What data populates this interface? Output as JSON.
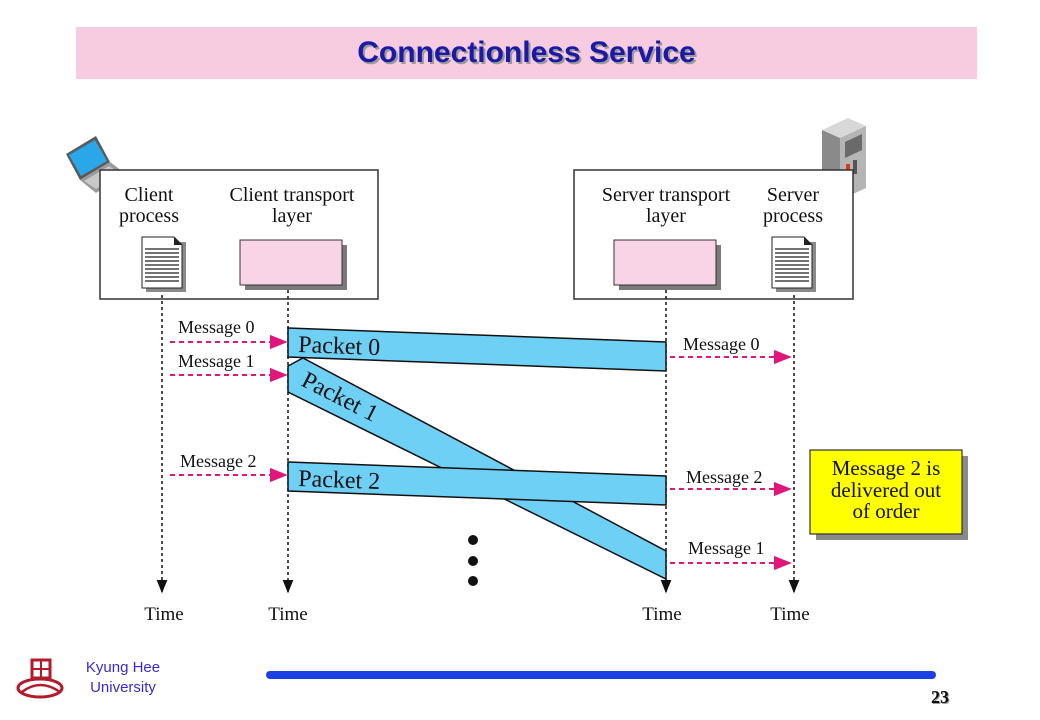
{
  "title": "Connectionless Service",
  "client": {
    "process_label_1": "Client",
    "process_label_2": "process",
    "transport_label_1": "Client transport",
    "transport_label_2": "layer"
  },
  "server": {
    "transport_label_1": "Server transport",
    "transport_label_2": "layer",
    "process_label_1": "Server",
    "process_label_2": "process"
  },
  "client_messages": [
    "Message 0",
    "Message 1",
    "Message 2"
  ],
  "server_messages": [
    "Message 0",
    "Message 2",
    "Message 1"
  ],
  "packets": [
    "Packet 0",
    "Packet 1",
    "Packet 2"
  ],
  "time_labels": [
    "Time",
    "Time",
    "Time",
    "Time"
  ],
  "note": {
    "line_1": "Message 2 is",
    "line_2": "delivered out",
    "line_3": "of order"
  },
  "footer": {
    "university_line_1": "Kyung Hee",
    "university_line_2": "University",
    "page_number": "23"
  },
  "colors": {
    "packet_fill": "#6fd0f5",
    "message_arrow": "#e0177a",
    "note_fill": "#ffff00",
    "layer_box_fill": "#f9d3e6",
    "title_bar": "#f7cce0",
    "title_text": "#1a1aa6",
    "footer_bar": "#1d40e6"
  },
  "icons": [
    "laptop-icon",
    "server-tower-icon",
    "document-icon",
    "university-logo-icon"
  ]
}
